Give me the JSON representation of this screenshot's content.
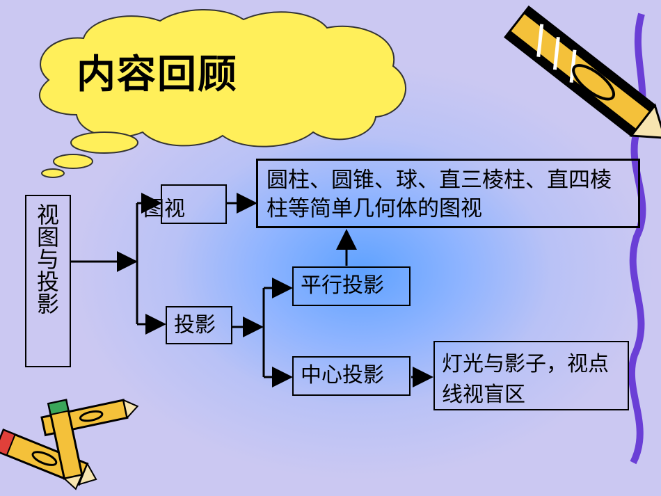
{
  "title": "内容回顾",
  "nodes": {
    "root": "视图与投影",
    "views": "图视",
    "projection": "投影",
    "parallel": "平行投影",
    "central": "中心投影",
    "solids": "圆柱、圆锥、球、直三棱柱、直四棱柱等简单几何体的图视",
    "light": "灯光与影子，视点线视盲区"
  },
  "colors": {
    "cloud": "#ffef5a",
    "border_purple": "#6a3fd6"
  },
  "icons": [
    "thought-cloud-icon",
    "pencil-icon"
  ]
}
